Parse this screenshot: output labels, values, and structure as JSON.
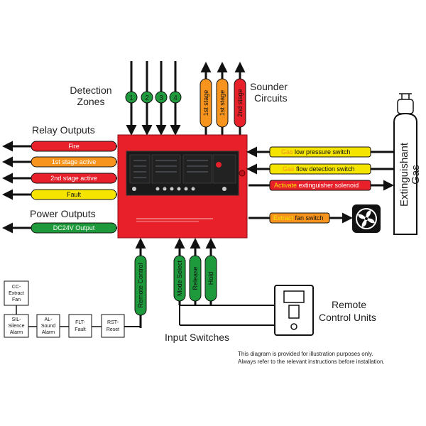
{
  "labels": {
    "detection_zones": [
      "Detection",
      "Zones"
    ],
    "sounder_circuits": [
      "Sounder",
      "Circuits"
    ],
    "relay_outputs": "Relay Outputs",
    "power_outputs": "Power Outputs",
    "input_switches": "Input Switches",
    "remote_control_units": [
      "Remote",
      "Control Units"
    ],
    "extinguishant_gas": [
      "Extinguishant",
      "Gas"
    ]
  },
  "zones": [
    "1",
    "2",
    "3",
    "4"
  ],
  "sounders": [
    "1st stage",
    "1st stage",
    "2nd stage"
  ],
  "relays": [
    {
      "text": "Fire",
      "color": "#e8202a",
      "text_color": "#ffffff"
    },
    {
      "text": "1st stage active",
      "color": "#f7941d",
      "text_color": "#ffffff"
    },
    {
      "text": "2nd stage active",
      "color": "#e8202a",
      "text_color": "#ffffff"
    },
    {
      "text": "Fault",
      "color": "#f4e400",
      "text_color": "#111111"
    }
  ],
  "power": {
    "text": "DC24V Output",
    "color": "#1e9a3c",
    "text_color": "#ffffff"
  },
  "right_inputs": [
    {
      "prefix": "Gas",
      "rest": " low pressure switch",
      "color": "#f4e400",
      "prefix_color": "#f7941d"
    },
    {
      "prefix": "Gas",
      "rest": " flow detection switch",
      "color": "#f4e400",
      "prefix_color": "#f7941d"
    }
  ],
  "solenoid": {
    "prefix": "Activate",
    "rest": " extinguisher solenoid",
    "color": "#e8202a",
    "prefix_color": "#f4e400"
  },
  "extract": {
    "prefix": "Extract",
    "rest": " fan switch",
    "color": "#f7941d",
    "prefix_color": "#f4e400"
  },
  "remote_control_switch": "Remote Control",
  "input_switch_items": [
    "Mode Select",
    "Release",
    "Hold"
  ],
  "remote_boxes": [
    {
      "l1": "CC-",
      "l2": "Extract",
      "l3": "Fan"
    },
    {
      "l1": "SIL-",
      "l2": "Silence",
      "l3": "Alarm"
    },
    {
      "l1": "AL-",
      "l2": "Sound",
      "l3": "Alarm"
    },
    {
      "l1": "FLT-",
      "l2": "Fault",
      "l3": ""
    },
    {
      "l1": "RST-",
      "l2": "Reset",
      "l3": ""
    }
  ],
  "disclaimer": [
    "This diagram is provided for illustration purposes only.",
    "Always refer to the relevant instructions before installation."
  ],
  "colors": {
    "panel": "#e8202a",
    "green": "#1e9a3c",
    "orange": "#f7941d",
    "yellow": "#f4e400",
    "red": "#e8202a",
    "black": "#111111"
  }
}
